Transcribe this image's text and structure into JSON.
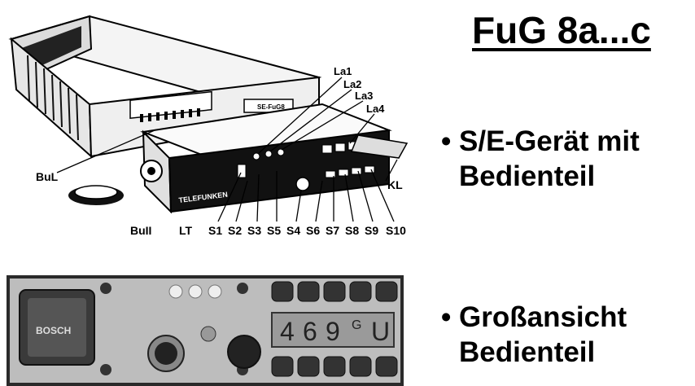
{
  "title": "FuG 8a...c",
  "bullets": [
    {
      "symbol": "•",
      "line1": "S/E-Gerät mit",
      "line2": "Bedienteil"
    },
    {
      "symbol": "•",
      "line1": "Großansicht",
      "line2": "Bedienteil"
    }
  ],
  "drawing": {
    "labels": {
      "la1": "La1",
      "la2": "La2",
      "la3": "La3",
      "la4": "La4",
      "bul": "BuL",
      "bu2": "BuII",
      "lt": "LT",
      "kl": "KL",
      "s1": "S1",
      "s2": "S2",
      "s3": "S3",
      "s5": "S5",
      "s4": "S4",
      "s6": "S6",
      "s7": "S7",
      "s8": "S8",
      "s9": "S9",
      "s10": "S10"
    },
    "brand": "TELEFUNKEN",
    "plate": "SE-FuG8"
  },
  "photo": {
    "brand": "BOSCH",
    "display": [
      "4",
      "6",
      "9",
      "G",
      "U"
    ]
  }
}
